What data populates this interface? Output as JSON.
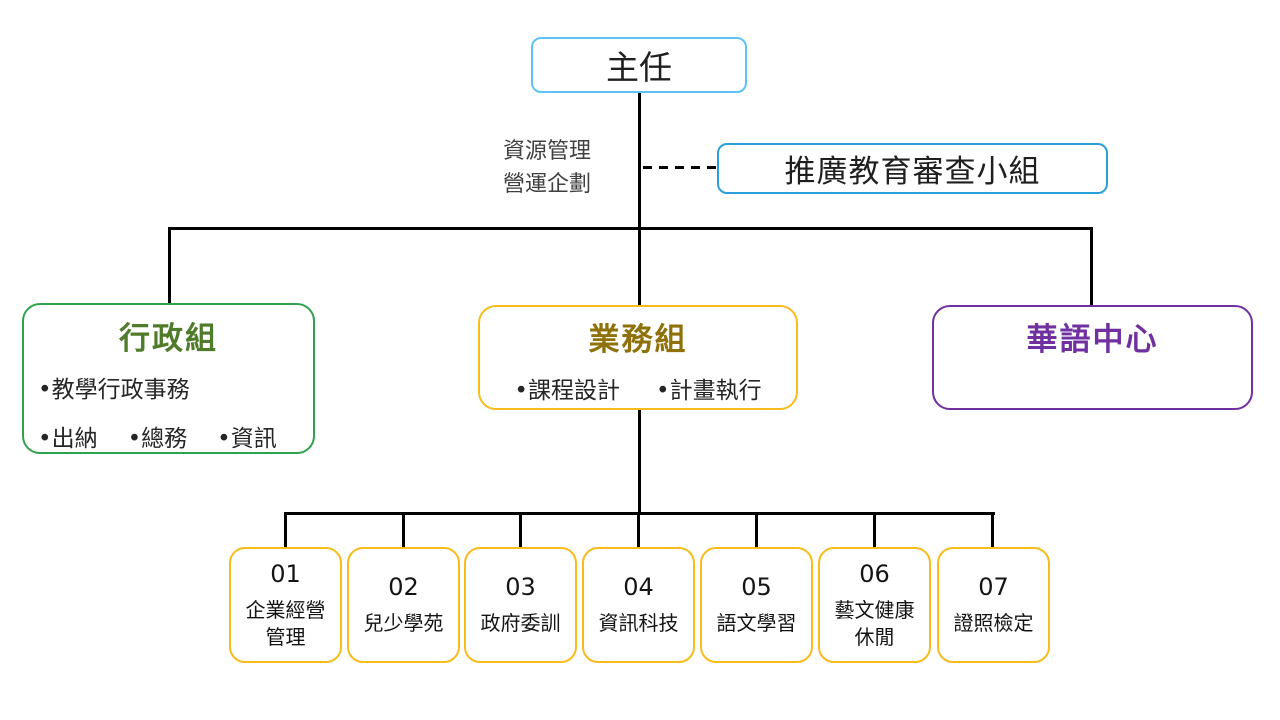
{
  "colors": {
    "director_border": "#5ec3f2",
    "review_border": "#2aa0db",
    "admin_border": "#2ea24d",
    "admin_title_text": "#4f7b2a",
    "business_border": "#f7bc1c",
    "business_title_text": "#8f7109",
    "chinese_border": "#7030a0",
    "chinese_title_text": "#7030a0",
    "connector_line": "#000000"
  },
  "nodes": {
    "director": {
      "label": "主任"
    },
    "staff_label": {
      "line1": "資源管理",
      "line2": "營運企劃"
    },
    "review": {
      "label": "推廣教育審查小組"
    },
    "admin": {
      "title": "行政組",
      "bullets_row1": [
        "•教學行政事務"
      ],
      "bullets_row2": [
        "•出納",
        "•總務",
        "•資訊"
      ]
    },
    "business": {
      "title": "業務組",
      "bullets": [
        "•課程設計",
        "•計畫執行"
      ]
    },
    "chinese": {
      "title": "華語中心"
    }
  },
  "programs": [
    {
      "number": "01",
      "name_lines": [
        "企業經營",
        "管理"
      ]
    },
    {
      "number": "02",
      "name_lines": [
        "兒少學苑"
      ]
    },
    {
      "number": "03",
      "name_lines": [
        "政府委訓"
      ]
    },
    {
      "number": "04",
      "name_lines": [
        "資訊科技"
      ]
    },
    {
      "number": "05",
      "name_lines": [
        "語文學習"
      ]
    },
    {
      "number": "06",
      "name_lines": [
        "藝文健康",
        "休閒"
      ]
    },
    {
      "number": "07",
      "name_lines": [
        "證照檢定"
      ]
    }
  ]
}
